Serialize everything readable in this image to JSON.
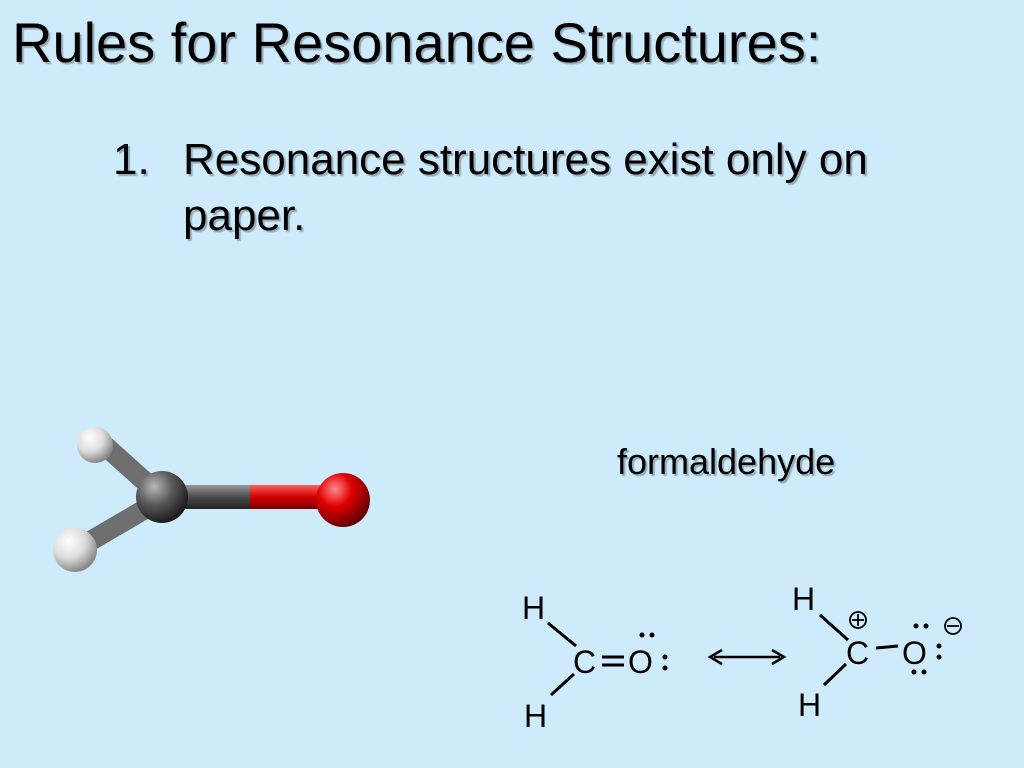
{
  "slide": {
    "title": "Rules for Resonance Structures:",
    "rules": [
      {
        "number": "1.",
        "text": "Resonance structures exist only on paper."
      }
    ],
    "molecule_name": "formaldehyde"
  },
  "lewis": {
    "left": {
      "h_top": "H",
      "h_bottom": "H",
      "carbon": "C",
      "oxygen": "O"
    },
    "right": {
      "h_top": "H",
      "h_bottom": "H",
      "carbon": "C",
      "oxygen": "O"
    }
  },
  "colors": {
    "background": "#cdebfb",
    "oxygen_atom": "#e00000",
    "carbon_atom": "#555555",
    "hydrogen_atom": "#e8e8e8"
  }
}
